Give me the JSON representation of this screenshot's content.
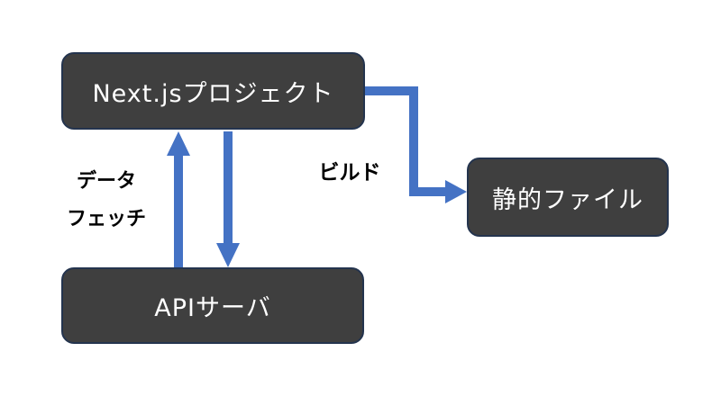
{
  "diagram": {
    "title": "Next.js static build data-fetch diagram",
    "nodes": {
      "nextjs": {
        "label": "Next.jsプロジェクト"
      },
      "api_server": {
        "label": "APIサーバ"
      },
      "static_files": {
        "label": "静的ファイル"
      }
    },
    "edges": {
      "data_fetch": {
        "label_line1": "データ",
        "label_line2": "フェッチ",
        "direction": "bidirectional (up arrow and down arrow between APIサーバ and Next.jsプロジェクト)"
      },
      "build": {
        "label": "ビルド",
        "direction": "from Next.jsプロジェクト to 静的ファイル (elbow arrow, right then down then right)"
      }
    },
    "colors": {
      "background": "#ffffff",
      "node_fill": "#3f3f3f",
      "node_border": "#24344e",
      "node_text": "#ffffff",
      "arrow": "#4472c4",
      "label_text": "#000000"
    }
  }
}
